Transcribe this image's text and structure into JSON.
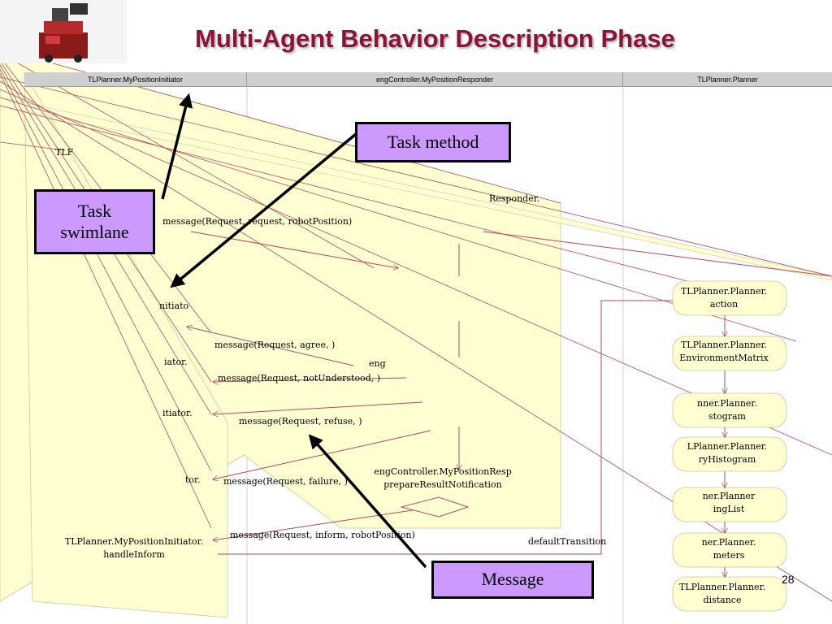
{
  "title": "Multi-Agent Behavior Description Phase",
  "lanes": [
    {
      "label": "TLPlanner.MyPositionInitiator"
    },
    {
      "label": "engController.MyPositionResponder"
    },
    {
      "label": "TLPlanner.Planner"
    }
  ],
  "callouts": {
    "task_method": "Task method",
    "task_swimlane": "Task\nswimlane",
    "message": "Message"
  },
  "initiator_nodes": [
    "TLF",
    "nitiato",
    "iator.",
    "itiator.",
    "tor.",
    "TLPlanner.MyPositionInitiator.\nhandleInform"
  ],
  "responder_nodes": [
    "Responder.",
    "eng",
    "engController.MyPositionResp\nprepareResultNotification"
  ],
  "planner_nodes": [
    "TLPlanner.Planner.\naction",
    "TLPlanner.Planner.\nEnvironmentMatrix",
    "nner.Planner.\nstogram",
    "LPlanner.Planner.\nryHistogram",
    "ner.Planner\ningList",
    "ner.Planner.\nmeters",
    "TLPlanner.Planner.\ndistance"
  ],
  "messages": [
    "message(Request, request, robotPosition)",
    "message(Request, agree, )",
    "message(Request, notUnderstood, )",
    "message(Request, refuse, )",
    "message(Request, failure, )",
    "message(Request, inform, robotPosition)"
  ],
  "transition_label": "defaultTransition",
  "page_number": "28",
  "colors": {
    "title": "#8b1538",
    "node_fill": "#ffffd2",
    "line": "#b04a5a",
    "callout_fill": "#cc99ff",
    "header": "#cfcfcf"
  }
}
